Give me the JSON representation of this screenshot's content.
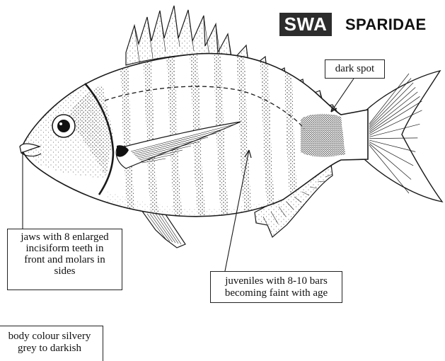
{
  "header": {
    "code": "SWA",
    "family": "SPARIDAE"
  },
  "callouts": {
    "dark_spot": [
      "dark spot"
    ],
    "jaws": [
      "jaws with 8 enlarged",
      "incisiform teeth in",
      "front and molars in",
      "sides"
    ],
    "juveniles": [
      "juveniles with 8-10 bars",
      "becoming faint with age"
    ],
    "body_colour": [
      "body colour silvery",
      "grey to darkish"
    ]
  },
  "illustration": {
    "subject": "fish",
    "icon": "sparid-fish-illustration",
    "bar_count": 8,
    "colors": {
      "ink": "#1a1a1a",
      "stipple": "#3a3a3a",
      "paper": "#ffffff"
    }
  }
}
